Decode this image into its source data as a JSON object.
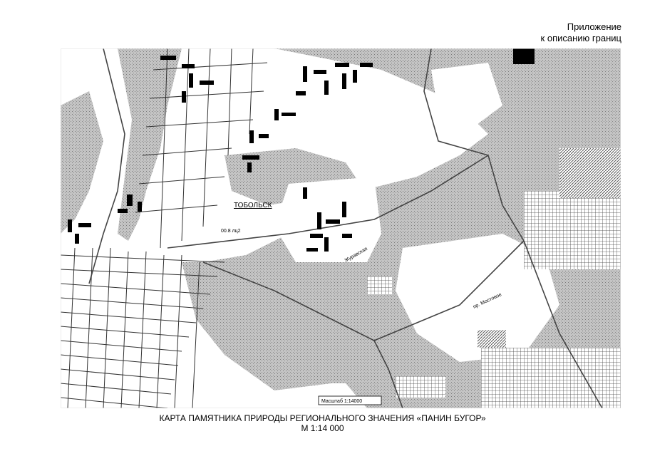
{
  "annex": {
    "line1": "Приложение",
    "line2": "к описанию границ"
  },
  "map": {
    "city_label": "ТОБОЛЬСК",
    "scale_label": "Масштаб 1:14000",
    "height_label": "00.8 лц2",
    "street_label_1": "Журавская",
    "street_label_2": "пр. Мостовое",
    "colors": {
      "background": "#ffffff",
      "vegetation": "#b8b8b8",
      "buildings": "#000000",
      "roads": "#444444",
      "hatched_areas": "#555555"
    }
  },
  "caption": {
    "title": "КАРТА ПАМЯТНИКА ПРИРОДЫ РЕГИОНАЛЬНОГО ЗНАЧЕНИЯ «ПАНИН БУГОР»",
    "scale": "М 1:14 000"
  }
}
